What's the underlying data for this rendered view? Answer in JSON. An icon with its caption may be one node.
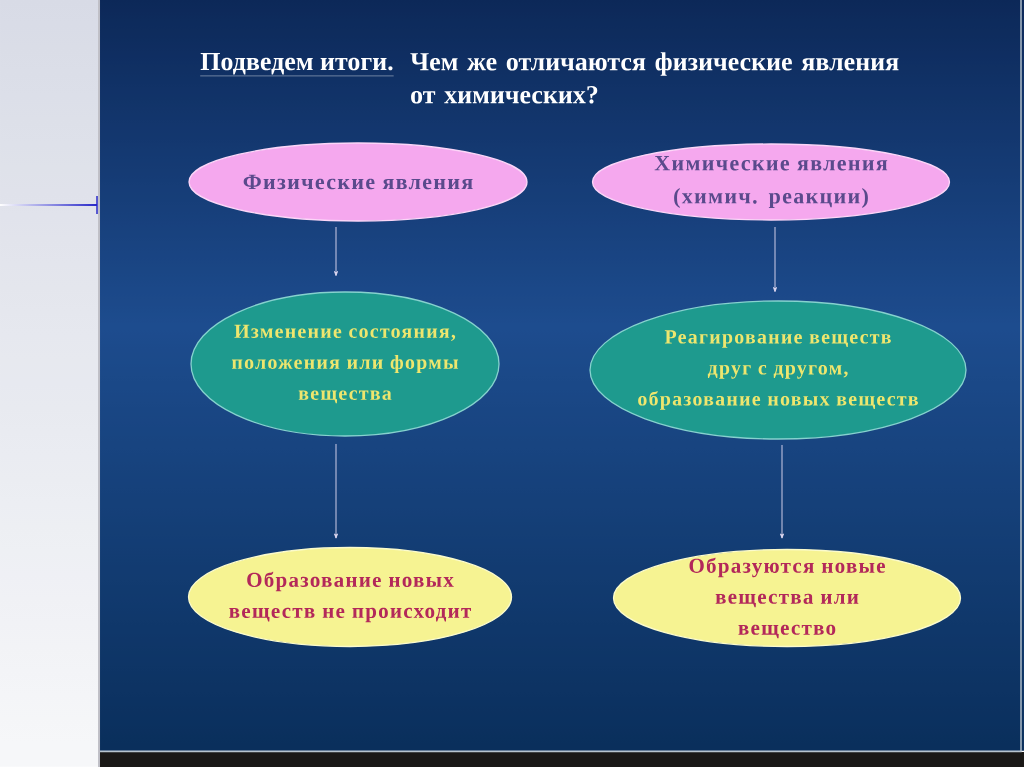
{
  "diagram": {
    "title": "Подведем итоги.",
    "nodes": [
      {
        "text": [
          "Физические явления"
        ]
      },
      {
        "text": [
          "Химические явления (химич. реакции)"
        ]
      },
      {
        "text": [
          "Изменение состояния, положения или формы вещества"
        ]
      },
      {
        "text": [
          "Реагирование веществ друг с другом, образование новых веществ"
        ]
      },
      {
        "text": [
          "Образование новых веществ не происходит"
        ]
      },
      {
        "text": [
          "Образуются новые вещества или вещество"
        ]
      }
    ],
    "edges": [
      {
        "from": 0,
        "to": 2,
        "arrow": "to"
      },
      {
        "from": 1,
        "to": 3,
        "arrow": "to"
      },
      {
        "from": 2,
        "to": 4,
        "arrow": "to"
      },
      {
        "from": 3,
        "to": 5,
        "arrow": "to"
      }
    ],
    "labels": [
      "Чем же отличаются физические явления от химических?"
    ]
  }
}
